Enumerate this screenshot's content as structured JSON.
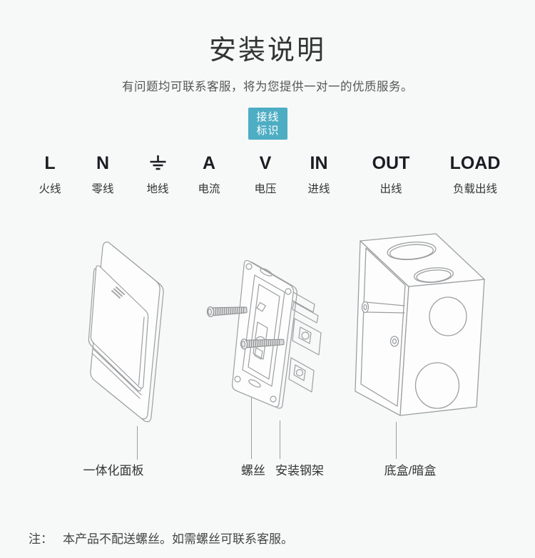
{
  "page": {
    "background_color": "#f7f8f8",
    "title": "安装说明",
    "subtitle": "有问题均可联系客服，将为您提供一对一的优质服务。",
    "badge": {
      "lines": [
        "接线",
        "标识"
      ],
      "color": "#4dadc3"
    },
    "note": {
      "prefix": "注：",
      "text": "本产品不配送螺丝。如需螺丝可联系客服。"
    }
  },
  "wiring": {
    "items": [
      {
        "symbol": "L",
        "label": "火线"
      },
      {
        "symbol": "N",
        "label": "零线"
      },
      {
        "symbol": "",
        "icon": "earth-ground",
        "label": "地线"
      },
      {
        "symbol": "A",
        "label": "电流"
      },
      {
        "symbol": "V",
        "label": "电压"
      },
      {
        "symbol": "IN",
        "label": "进线"
      },
      {
        "symbol": "OUT",
        "label": "出线"
      },
      {
        "symbol": "LOAD",
        "label": "负载出线"
      }
    ]
  },
  "parts": {
    "panel_label": "一体化面板",
    "screws_label": "螺丝",
    "frame_label": "安装钢架",
    "box_label": "底盒/暗盒"
  },
  "illustration": {
    "stroke_color": "#9c9fa1",
    "screw_fill": "#d9d9d9"
  }
}
